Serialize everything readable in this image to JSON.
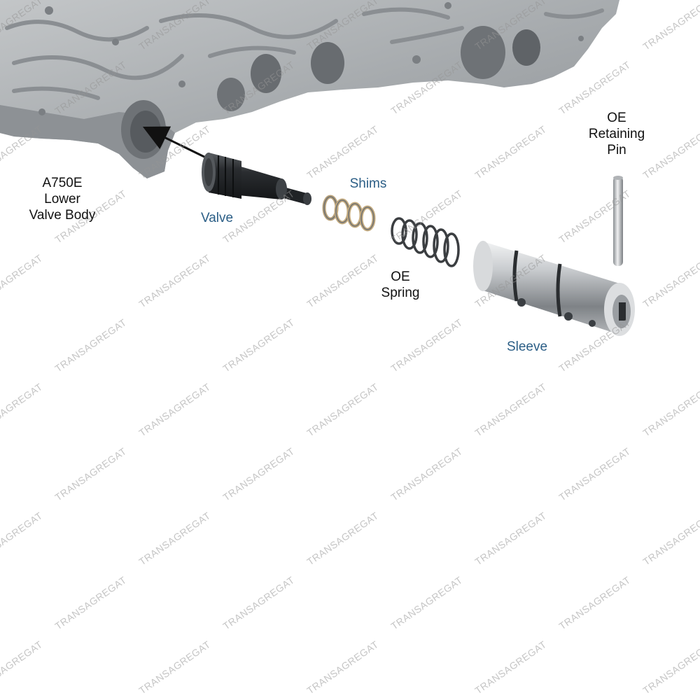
{
  "labels": {
    "valve_body": [
      "A750E",
      "Lower",
      "Valve Body"
    ],
    "valve": "Valve",
    "shims": "Shims",
    "spring": [
      "OE",
      "Spring"
    ],
    "sleeve": "Sleeve",
    "retaining_pin": [
      "OE",
      "Retaining",
      "Pin"
    ]
  },
  "watermark": "TRANSAGREGAT",
  "colors": {
    "label_black": "#111111",
    "label_blue": "#2b5e86",
    "casting": "#a9adb0",
    "valve": "#2a2d30",
    "metal": "#c9cccf"
  }
}
